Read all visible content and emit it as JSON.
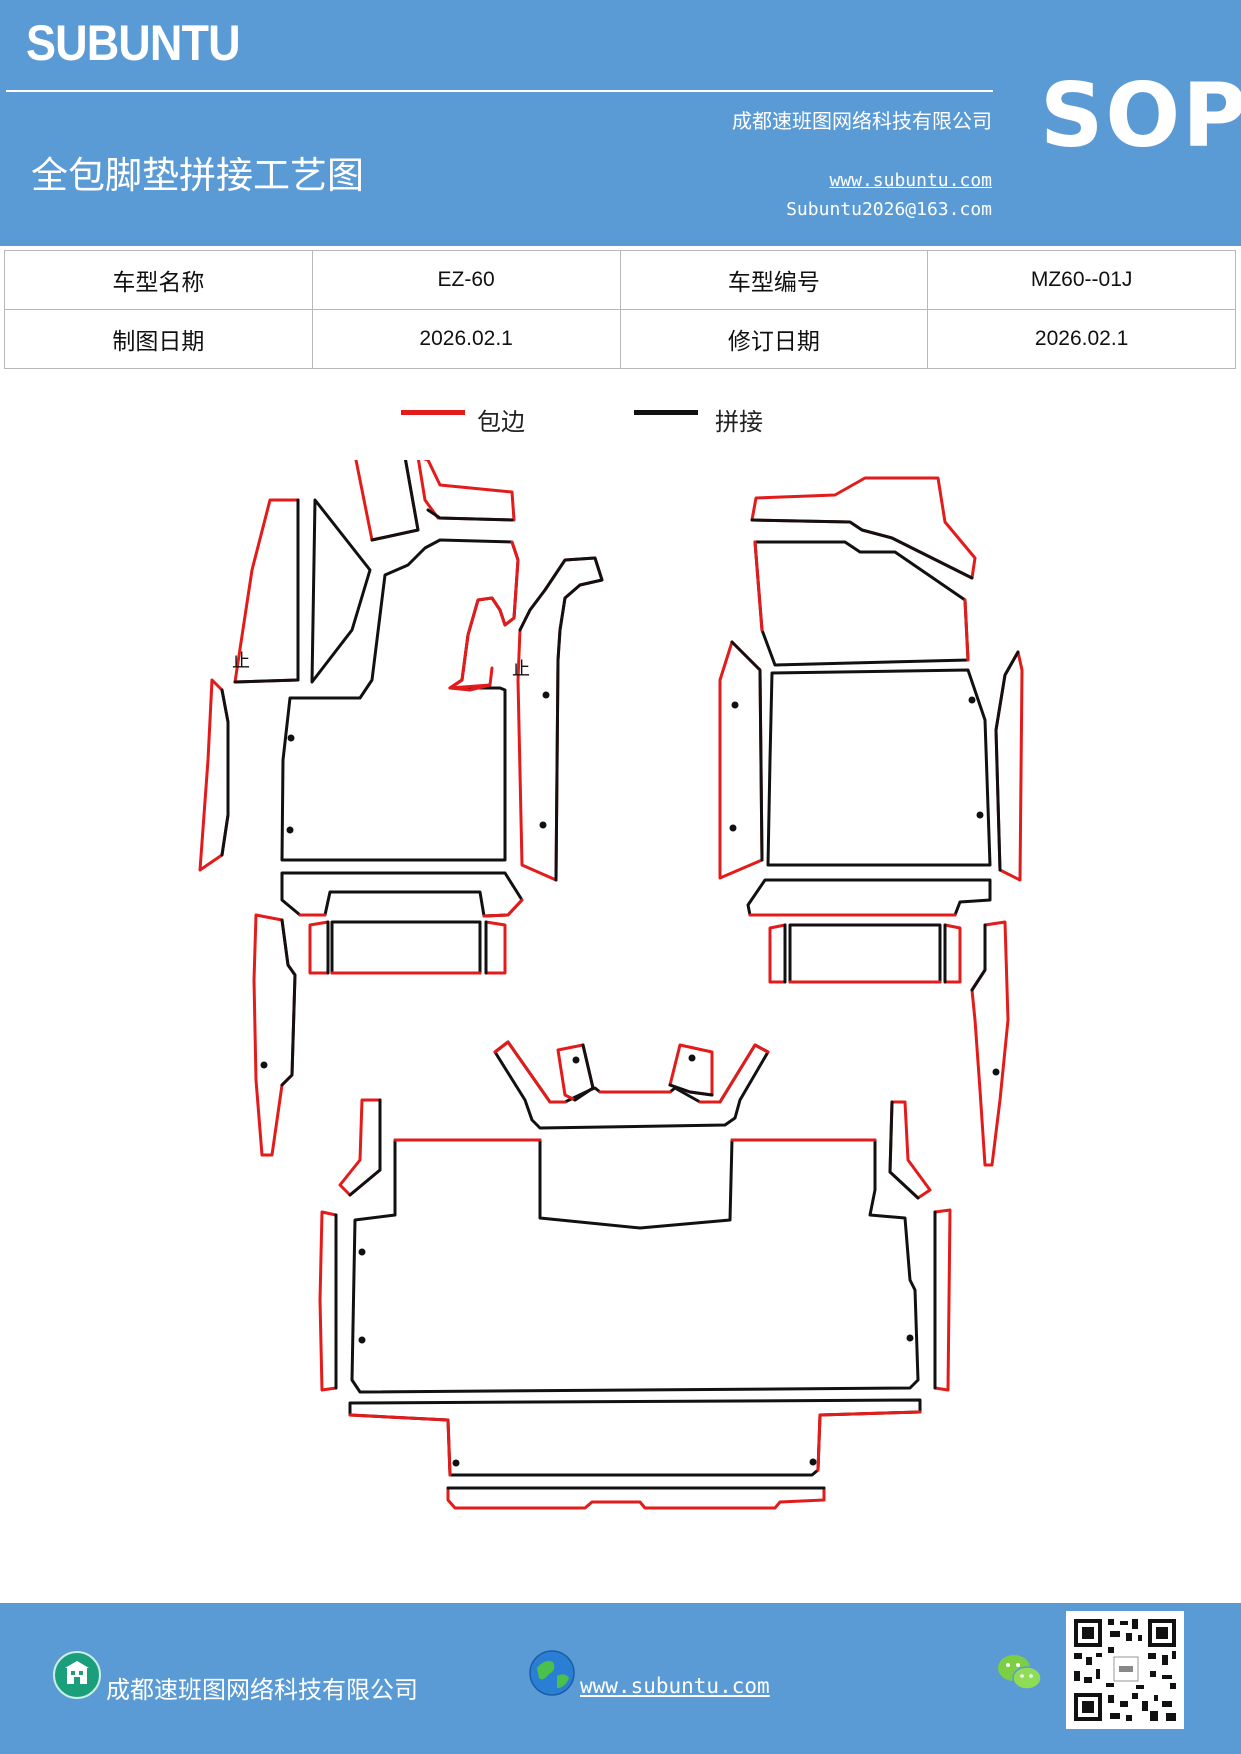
{
  "header": {
    "brand": "SUBUNTU",
    "badge": "SOP",
    "company": "成都速班图网络科技有限公司",
    "title": "全包脚垫拼接工艺图",
    "website": "www.subuntu.com",
    "email": "Subuntu2026@163.com"
  },
  "info_table": {
    "model_name_label": "车型名称",
    "model_name_value": "EZ-60",
    "model_code_label": "车型编号",
    "model_code_value": "MZ60--01J",
    "drawing_date_label": "制图日期",
    "drawing_date_value": "2026.02.1",
    "revision_date_label": "修订日期",
    "revision_date_value": "2026.02.1"
  },
  "legend": {
    "edge_label": "包边",
    "edge_color": "#e31b1b",
    "join_label": "拼接",
    "join_color": "#111111"
  },
  "diagram": {
    "marker_left": "止",
    "marker_right": "止"
  },
  "footer": {
    "company": "成都速班图网络科技有限公司",
    "website": "www.subuntu.com",
    "icons": [
      "building-icon",
      "globe-icon",
      "wechat-icon",
      "qr-code"
    ]
  }
}
